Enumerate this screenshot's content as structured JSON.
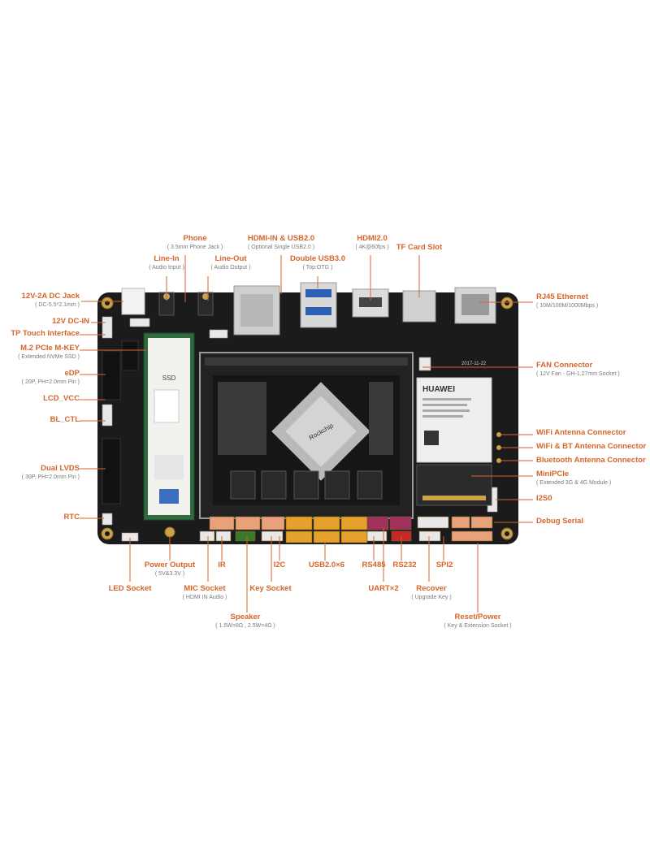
{
  "labels": {
    "phone": {
      "title": "Phone",
      "sub": "( 3.5mm Phone Jack )"
    },
    "hdmi_in": {
      "title": "HDMI-IN & USB2.0",
      "sub": "( Optional Single USB2.0 )"
    },
    "hdmi2": {
      "title": "HDMI2.0",
      "sub": "( 4K@60fps )"
    },
    "tf_card": {
      "title": "TF Card Slot"
    },
    "line_in": {
      "title": "Line-In",
      "sub": "( Audio Input )"
    },
    "line_out": {
      "title": "Line-Out",
      "sub": "( Audio Output )"
    },
    "double_usb3": {
      "title": "Double USB3.0",
      "sub": "( Top:OTG )"
    },
    "dc_jack": {
      "title": "12V-2A DC Jack",
      "sub": "( DC-5.5*2.1mm )"
    },
    "dc_in": {
      "title": "12V DC-IN"
    },
    "tp_touch": {
      "title": "TP Touch Interface"
    },
    "m2_pcie": {
      "title": "M.2 PCIe M-KEY",
      "sub": "( Extended NVMe SSD )"
    },
    "edp": {
      "title": "eDP",
      "sub": "( 20P, PH=2.0mm Pin )"
    },
    "lcd_vcc": {
      "title": "LCD_VCC"
    },
    "bl_ctl": {
      "title": "BL_CTL"
    },
    "dual_lvds": {
      "title": "Dual LVDS",
      "sub": "( 30P, PH=2.0mm Pin )"
    },
    "rtc": {
      "title": "RTC"
    },
    "rj45": {
      "title": "RJ45 Ethernet",
      "sub": "( 10M/100M/1000Mbps )"
    },
    "fan": {
      "title": "FAN Connector",
      "sub": "( 12V Fan - GH-1.27mm Socket )"
    },
    "wifi_ant": {
      "title": "WiFi Antenna Connector"
    },
    "wifi_bt_ant": {
      "title": "WiFi & BT Antenna Connector"
    },
    "bt_ant": {
      "title": "Bluetooth Antenna Connector"
    },
    "minipcie": {
      "title": "MiniPCIe",
      "sub": "( Extended 3G & 4G Module )"
    },
    "i2s0": {
      "title": "I2S0"
    },
    "debug": {
      "title": "Debug Serial"
    },
    "power_out": {
      "title": "Power Output",
      "sub": "( 5V&3.3V )"
    },
    "ir": {
      "title": "IR"
    },
    "i2c": {
      "title": "I2C"
    },
    "usb20x6": {
      "title": "USB2.0×6"
    },
    "rs485": {
      "title": "RS485"
    },
    "rs232": {
      "title": "RS232"
    },
    "spi2": {
      "title": "SPI2"
    },
    "led_socket": {
      "title": "LED Socket"
    },
    "mic_socket": {
      "title": "MIC Socket",
      "sub": "( HDMI IN Audio )"
    },
    "key_socket": {
      "title": "Key Socket"
    },
    "uart": {
      "title": "UART×2"
    },
    "recover": {
      "title": "Recover",
      "sub": "( Upgrade Key )"
    },
    "speaker": {
      "title": "Speaker",
      "sub": "( 1.5W=8Ω , 2.5W=4Ω )"
    },
    "reset_power": {
      "title": "Reset/Power",
      "sub": "( Key & Extension Socket )"
    }
  },
  "board_text": {
    "huawei": "HUAWEI",
    "rockchip": "Rockchip",
    "date": "2017-11-22",
    "ssd_brand": "SSD"
  },
  "colors": {
    "accent": "#d6652a",
    "board": "#1b1b1b",
    "subtext": "#7a7a7a"
  }
}
